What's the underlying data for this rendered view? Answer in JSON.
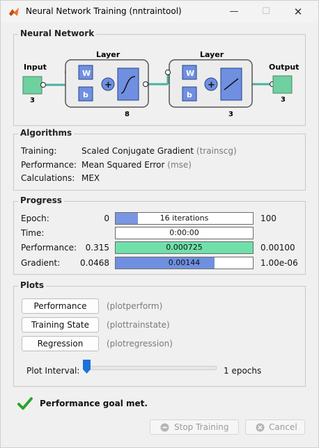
{
  "window": {
    "title": "Neural Network Training (nntraintool)",
    "controls": [
      "minimize-icon",
      "maximize-icon",
      "close-icon"
    ]
  },
  "network": {
    "section_title": "Neural Network",
    "input": {
      "label": "Input",
      "size": "3"
    },
    "layer1": {
      "label": "Layer",
      "size": "8"
    },
    "layer2": {
      "label": "Layer",
      "size": "3"
    },
    "output": {
      "label": "Output",
      "size": "3"
    },
    "weight_label": "W",
    "bias_label": "b",
    "sum_symbol": "+"
  },
  "algorithms": {
    "section_title": "Algorithms",
    "rows": [
      {
        "label": "Training:",
        "value": "Scaled Conjugate Gradient",
        "note": "(trainscg)"
      },
      {
        "label": "Performance:",
        "value": "Mean Squared Error",
        "note": "(mse)"
      },
      {
        "label": "Calculations:",
        "value": "MEX",
        "note": ""
      }
    ]
  },
  "progress": {
    "section_title": "Progress",
    "rows": [
      {
        "label": "Epoch:",
        "start": "0",
        "current": "16 iterations",
        "end": "100",
        "fill_fraction": 0.16,
        "fill_color": "#7b96e0"
      },
      {
        "label": "Time:",
        "start": "",
        "current": "0:00:00",
        "end": "",
        "fill_fraction": 0,
        "fill_color": "#7b96e0"
      },
      {
        "label": "Performance:",
        "start": "0.315",
        "current": "0.000725",
        "end": "0.00100",
        "fill_fraction": 1.0,
        "fill_color": "#6fe0aa"
      },
      {
        "label": "Gradient:",
        "start": "0.0468",
        "current": "0.00144",
        "end": "1.00e-06",
        "fill_fraction": 0.72,
        "fill_color": "#6f8fe0"
      }
    ]
  },
  "plots": {
    "section_title": "Plots",
    "buttons": [
      {
        "label": "Performance",
        "note": "(plotperform)"
      },
      {
        "label": "Training State",
        "note": "(plottrainstate)"
      },
      {
        "label": "Regression",
        "note": "(plotregression)"
      }
    ],
    "interval_label": "Plot Interval:",
    "interval_value": "1 epochs"
  },
  "status": {
    "message": "Performance goal met.",
    "icon": "checkmark-icon"
  },
  "footer": {
    "stop_label": "Stop Training",
    "cancel_label": "Cancel"
  },
  "colors": {
    "io_box": "#6fd0a0",
    "wb_box": "#6f8fe0",
    "wire": "#4ab0a0",
    "check": "#2aa52a"
  }
}
